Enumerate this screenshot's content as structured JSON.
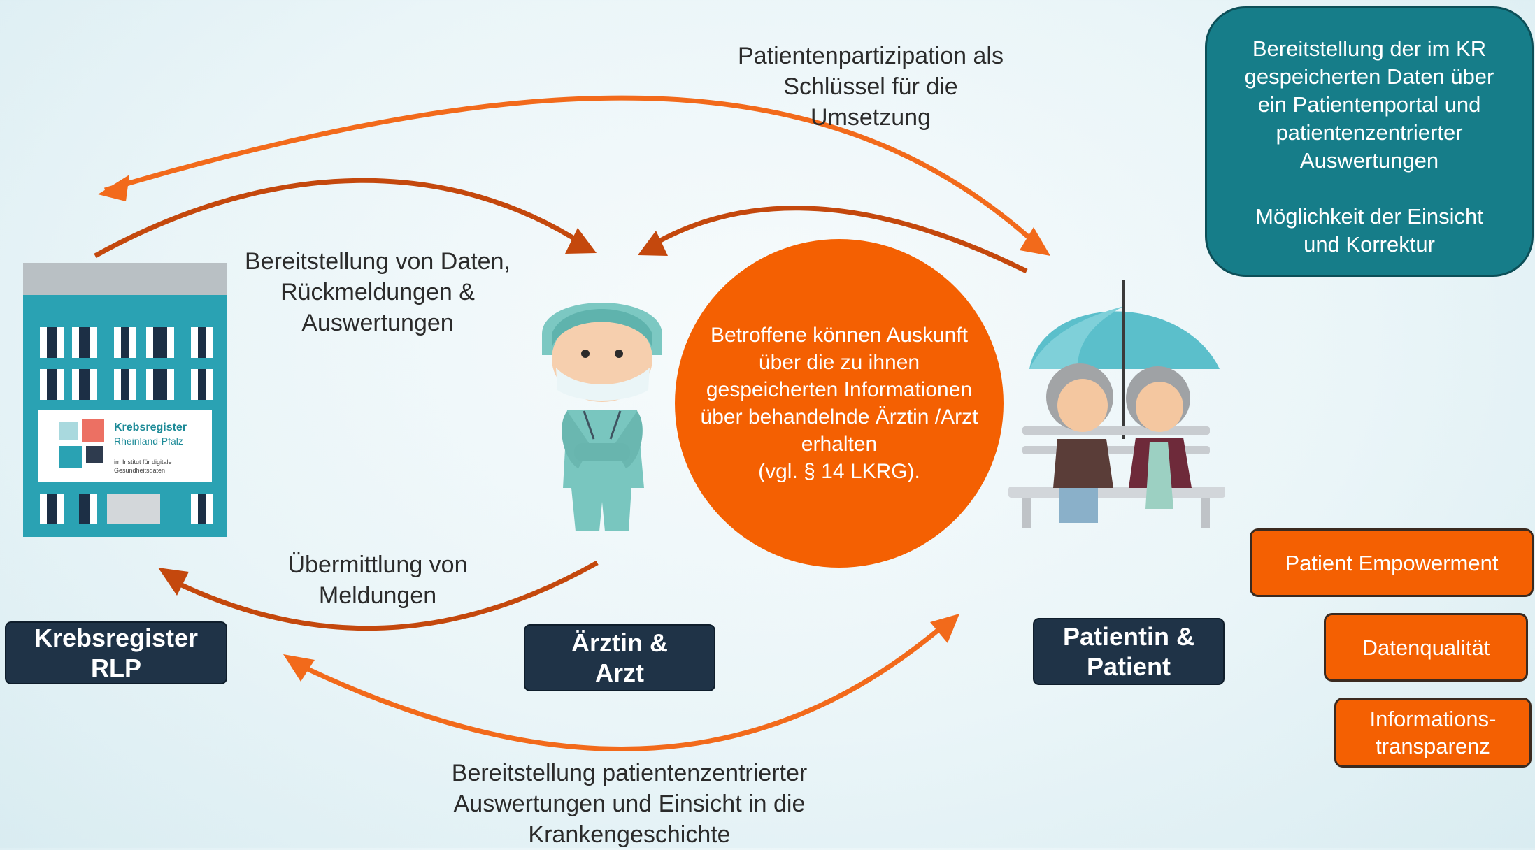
{
  "top_arrow_text": "Patientenpartizipation als\nSchlüssel für die\nUmsetzung",
  "left_arrow_text": "Bereitstellung von Daten,\nRückmeldungen &\nAuswertungen",
  "bottom_left_arrow_text": "Übermittlung von\nMeldungen",
  "bottom_arrow_text": "Bereitstellung patientenzentrierter\nAuswertungen und Einsicht in die\nKrankengeschichte",
  "info_box": {
    "paragraph1": "Bereitstellung der im KR\ngespeicherten Daten über\nein Patientenportal und\npatientenzentrierter\nAuswertungen",
    "paragraph2": "Möglichkeit der Einsicht\nund Korrektur"
  },
  "center_circle_text": "Betroffene können Auskunft\nüber die zu ihnen\ngespeicherten Informationen\nüber behandelnde Ärztin /Arzt\nerhalten\n(vgl. § 14 LKRG).",
  "labels": {
    "registry": "Krebsregister\nRLP",
    "doctor": "Ärztin &\nArzt",
    "patient": "Patientin &\nPatient"
  },
  "logo": {
    "name": "Krebsregister",
    "region": "Rheinland-Pfalz",
    "institute": "im Institut für digitale\nGesundheitsdaten"
  },
  "goals": [
    "Patient Empowerment",
    "Datenqualität",
    "Informations-\ntransparenz"
  ],
  "colors": {
    "arrow_orange": "#f26a1b",
    "arrow_dark_orange": "#c4480d",
    "circle": "#f46002",
    "teal_box": "#167d89",
    "label_navy": "#1f3347"
  },
  "icons": [
    "building-icon",
    "doctor-icon",
    "elderly-couple-icon",
    "umbrella-icon"
  ]
}
